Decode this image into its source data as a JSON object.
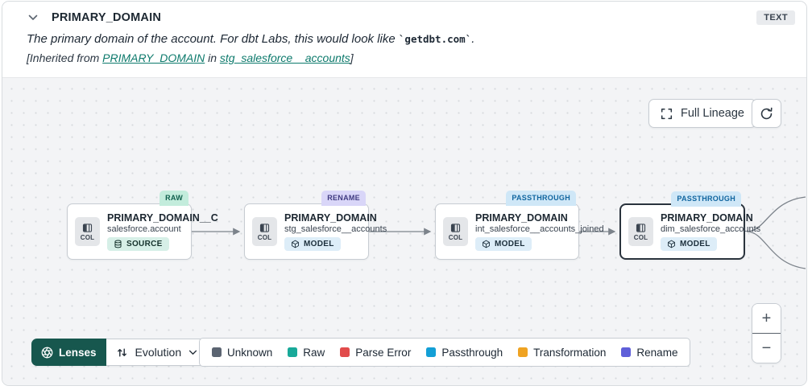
{
  "header": {
    "title": "PRIMARY_DOMAIN",
    "type_badge": "TEXT",
    "description_prefix": "The primary domain of the account. For dbt Labs, this would look like ",
    "description_code": "`getdbt.com`",
    "description_suffix": ".",
    "inherited_prefix": "[Inherited from ",
    "inherited_link_column": "PRIMARY_DOMAIN",
    "inherited_middle": " in ",
    "inherited_link_model": "stg_salesforce__accounts",
    "inherited_suffix": "]"
  },
  "canvas": {
    "full_lineage_label": "Full Lineage",
    "zoom_in": "+",
    "zoom_out": "−",
    "nodes": [
      {
        "title": "PRIMARY_DOMAIN__C",
        "subtitle": "salesforce.account",
        "col_label": "COL",
        "resource_label": "SOURCE",
        "status": "RAW",
        "status_color": "#c3ecdc",
        "selected": false
      },
      {
        "title": "PRIMARY_DOMAIN",
        "subtitle": "stg_salesforce__accounts",
        "col_label": "COL",
        "resource_label": "MODEL",
        "status": "RENAME",
        "status_color": "#d9d6f8",
        "selected": false
      },
      {
        "title": "PRIMARY_DOMAIN",
        "subtitle": "int_salesforce__accounts_joined",
        "col_label": "COL",
        "resource_label": "MODEL",
        "status": "PASSTHROUGH",
        "status_color": "#cfe7f7",
        "selected": false
      },
      {
        "title": "PRIMARY_DOMAIN",
        "subtitle": "dim_salesforce_accounts",
        "col_label": "COL",
        "resource_label": "MODEL",
        "status": "PASSTHROUGH",
        "status_color": "#cfe7f7",
        "selected": true
      }
    ]
  },
  "footer": {
    "lenses_label": "Lenses",
    "lens_selected": "Evolution",
    "legend": [
      {
        "label": "Unknown",
        "color": "#5b6471"
      },
      {
        "label": "Raw",
        "color": "#18a999"
      },
      {
        "label": "Parse Error",
        "color": "#e14b4b"
      },
      {
        "label": "Passthrough",
        "color": "#139fd6"
      },
      {
        "label": "Transformation",
        "color": "#efa322"
      },
      {
        "label": "Rename",
        "color": "#5f5fd9"
      }
    ]
  }
}
